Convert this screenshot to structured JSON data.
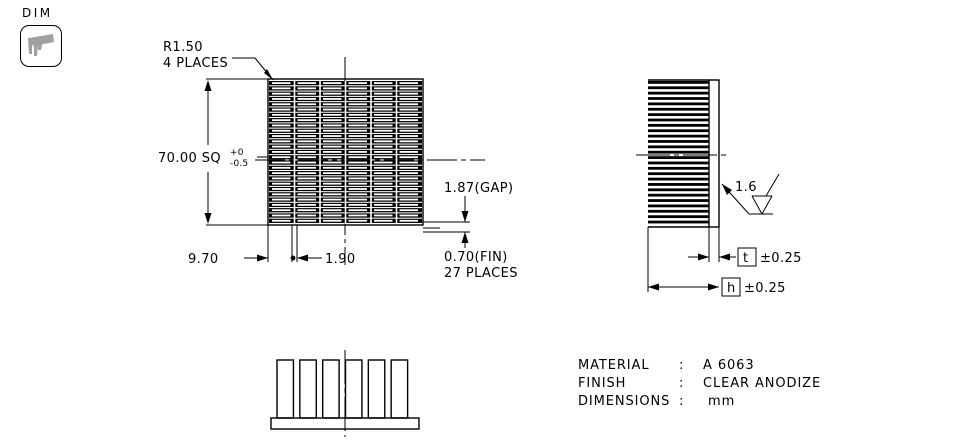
{
  "toolbar": {
    "tool_label": "DIM",
    "tool_icon": "caliper-icon"
  },
  "drawing": {
    "type": "engineering-drawing",
    "subject": "extruded-pin-fin-heatsink",
    "views": [
      {
        "name": "top-view",
        "position": "left"
      },
      {
        "name": "side-view",
        "position": "right"
      },
      {
        "name": "front-view",
        "position": "bottom-left"
      }
    ],
    "annotations": {
      "radius_note_line1": "R1.50",
      "radius_note_line2": "4 PLACES",
      "square_dim": "70.00 SQ",
      "square_tol_upper": "+0",
      "square_tol_lower": "-0.5",
      "dim_9_70": "9.70",
      "dim_1_90": "1.90",
      "gap_dim": "1.87(GAP)",
      "fin_dim_line1": "0.70(FIN)",
      "fin_dim_line2": "27 PLACES",
      "surface_finish": "1.6",
      "thickness_symbol": "t",
      "thickness_tol": "±0.25",
      "height_symbol": "h",
      "height_tol": "±0.25"
    },
    "notes": [
      {
        "label": "MATERIAL",
        "separator": ":",
        "value": "A 6063"
      },
      {
        "label": "FINISH",
        "separator": ":",
        "value": "CLEAR ANODIZE"
      },
      {
        "label": "DIMENSIONS",
        "separator": ":",
        "value": "mm"
      }
    ],
    "colors": {
      "line": "#000000",
      "background": "#ffffff",
      "icon": "#a0a0a0"
    }
  }
}
